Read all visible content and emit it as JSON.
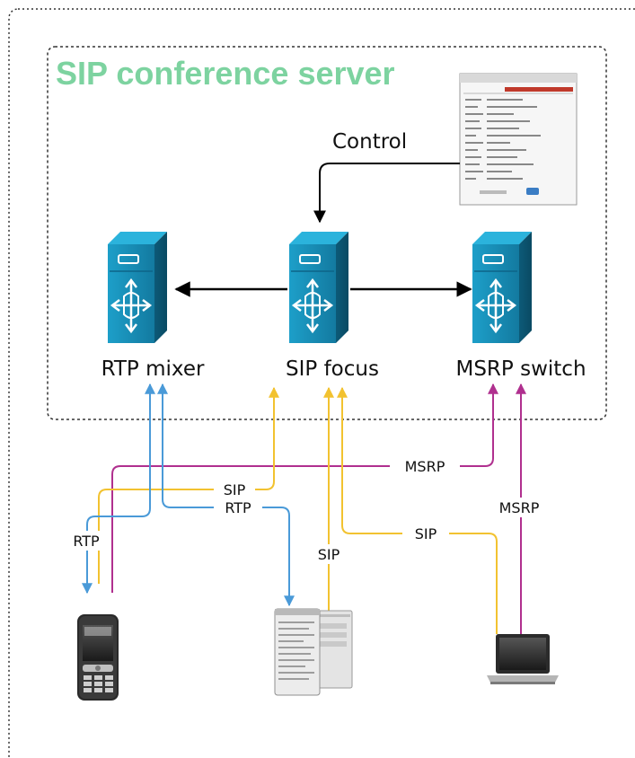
{
  "title": "SIP conference server",
  "control_label": "Control",
  "nodes": {
    "rtp_mixer": "RTP mixer",
    "sip_focus": "SIP focus",
    "msrp_switch": "MSRP switch"
  },
  "links": {
    "msrp_phone": "MSRP",
    "sip_phone": "SIP",
    "rtp_tablet": "RTP",
    "rtp_phone": "RTP",
    "sip_tablet": "SIP",
    "sip_laptop": "SIP",
    "msrp_laptop": "MSRP"
  },
  "colors": {
    "title": "#7dd3a0",
    "server": "#1a8bb5",
    "sip": "#f2c230",
    "rtp": "#4a9ad8",
    "msrp": "#b0308f",
    "border": "#333333"
  },
  "icons": {
    "admin_ui": "web-admin-screenshot",
    "server": "server-router-icon",
    "phone": "mobile-phone-icon",
    "tablet": "desktop-client-icon",
    "laptop": "laptop-icon"
  }
}
